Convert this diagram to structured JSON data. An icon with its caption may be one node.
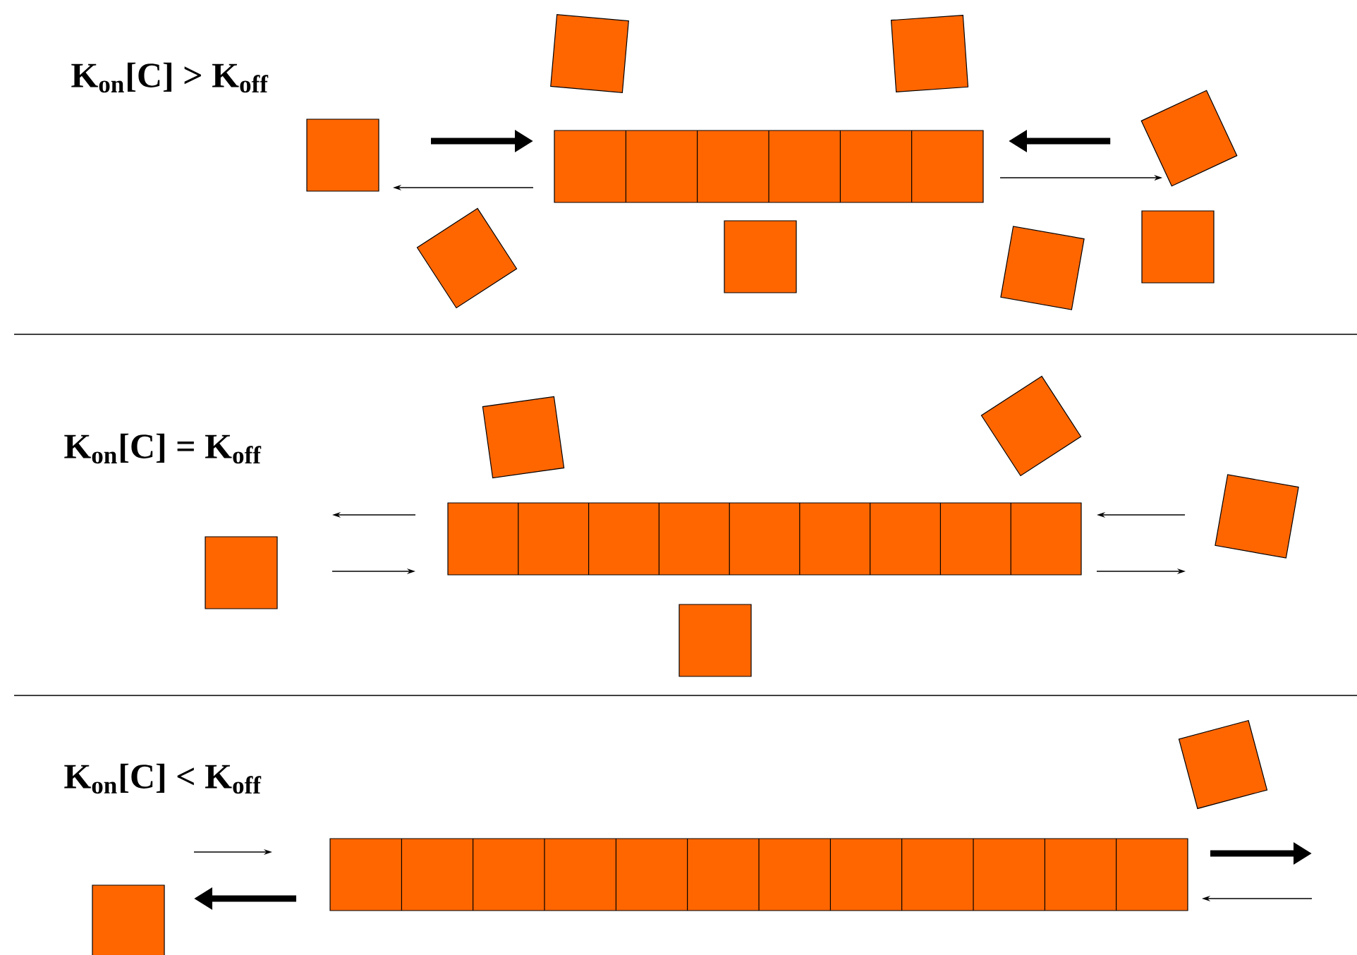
{
  "diagram": {
    "nodes": [
      {
        "text": [],
        "shape": "box"
      },
      {
        "text": [],
        "shape": "box"
      },
      {
        "text": [],
        "shape": "box"
      },
      {
        "text": [],
        "shape": "box"
      },
      {
        "text": [],
        "shape": "bar"
      },
      {
        "text": [],
        "shape": "box"
      },
      {
        "text": [],
        "shape": "box"
      },
      {
        "text": [],
        "shape": "box"
      },
      {
        "text": [],
        "shape": "box"
      },
      {
        "text": [],
        "shape": "box"
      },
      {
        "text": [],
        "shape": "box"
      },
      {
        "text": [],
        "shape": "bar"
      },
      {
        "text": [],
        "shape": "box"
      },
      {
        "text": [],
        "shape": "box"
      },
      {
        "text": [],
        "shape": "box"
      },
      {
        "text": [],
        "shape": "box"
      },
      {
        "text": [],
        "shape": "bar"
      },
      {
        "text": [],
        "shape": "box"
      }
    ],
    "edges": [
      {
        "from": 3,
        "to": 4,
        "arrow": "to",
        "style": "thick"
      },
      {
        "from": 4,
        "to": 3,
        "arrow": "to"
      },
      {
        "from": 2,
        "to": 4,
        "arrow": "to",
        "style": "thick"
      },
      {
        "from": 4,
        "to": 2,
        "arrow": "to"
      },
      {
        "from": 11,
        "to": 13,
        "arrow": "to"
      },
      {
        "from": 13,
        "to": 11,
        "arrow": "to"
      },
      {
        "from": 12,
        "to": 11,
        "arrow": "to"
      },
      {
        "from": 11,
        "to": 12,
        "arrow": "to"
      },
      {
        "from": 17,
        "to": 16,
        "arrow": "to"
      },
      {
        "from": 16,
        "to": 17,
        "arrow": "to",
        "style": "thick"
      },
      {
        "from": 16,
        "to": null,
        "arrow": "to",
        "style": "thick"
      },
      {
        "from": null,
        "to": 16,
        "arrow": "to"
      }
    ],
    "labels": [
      "K$_{on}$[C] > K$_{off}$",
      "K$_{on}$[C] = K$_{off}$",
      "K$_{on}$[C] < K$_{off}$"
    ]
  }
}
